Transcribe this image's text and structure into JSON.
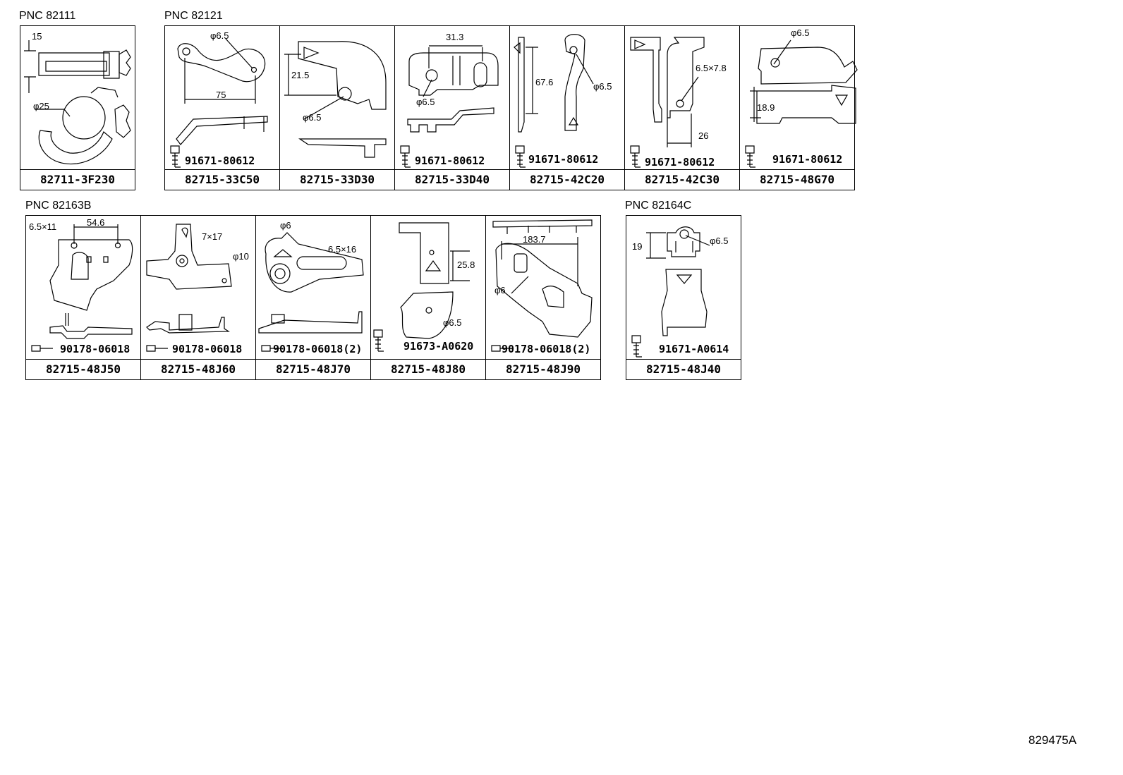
{
  "groups": [
    {
      "pnc": "PNC 82111",
      "parts": [
        {
          "part_no": "82711-3F230",
          "dims": [
            "15",
            "φ25"
          ],
          "fastener": ""
        }
      ]
    },
    {
      "pnc": "PNC 82121",
      "parts": [
        {
          "part_no": "82715-33C50",
          "dims": [
            "φ6.5",
            "75"
          ],
          "fastener": "91671-80612"
        },
        {
          "part_no": "82715-33D30",
          "dims": [
            "21.5",
            "φ6.5"
          ],
          "fastener": ""
        },
        {
          "part_no": "82715-33D40",
          "dims": [
            "31.3",
            "φ6.5"
          ],
          "fastener": "91671-80612"
        },
        {
          "part_no": "82715-42C20",
          "dims": [
            "67.6",
            "φ6.5"
          ],
          "fastener": "91671-80612"
        },
        {
          "part_no": "82715-42C30",
          "dims": [
            "6.5×7.8",
            "26"
          ],
          "fastener": "91671-80612"
        },
        {
          "part_no": "82715-48G70",
          "dims": [
            "φ6.5",
            "18.9"
          ],
          "fastener": "91671-80612"
        }
      ]
    },
    {
      "pnc": "PNC 82163B",
      "parts": [
        {
          "part_no": "82715-48J50",
          "dims": [
            "6.5×11",
            "54.6"
          ],
          "fastener": "90178-06018"
        },
        {
          "part_no": "82715-48J60",
          "dims": [
            "7×17",
            "φ10"
          ],
          "fastener": "90178-06018"
        },
        {
          "part_no": "82715-48J70",
          "dims": [
            "φ6",
            "6.5×16"
          ],
          "fastener": "90178-06018(2)"
        },
        {
          "part_no": "82715-48J80",
          "dims": [
            "25.8",
            "φ6.5"
          ],
          "fastener": "91673-A0620"
        },
        {
          "part_no": "82715-48J90",
          "dims": [
            "183.7",
            "φ6"
          ],
          "fastener": "90178-06018(2)"
        }
      ]
    },
    {
      "pnc": "PNC 82164C",
      "parts": [
        {
          "part_no": "82715-48J40",
          "dims": [
            "19",
            "φ6.5"
          ],
          "fastener": "91671-A0614"
        }
      ]
    }
  ],
  "figure_code": "829475A"
}
